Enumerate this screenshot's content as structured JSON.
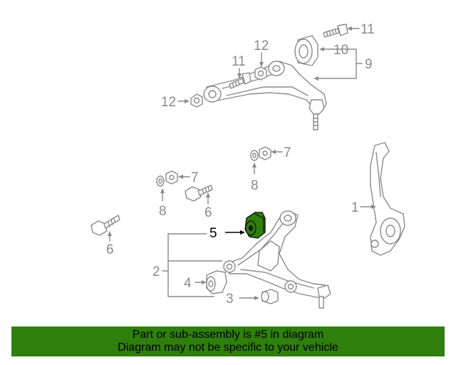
{
  "callouts": {
    "c1": "1",
    "c2": "2",
    "c3": "3",
    "c4": "4",
    "c5": "5",
    "c6a": "6",
    "c6b": "6",
    "c7a": "7",
    "c7b": "7",
    "c8a": "8",
    "c8b": "8",
    "c9": "9",
    "c10": "10",
    "c11a": "11",
    "c11b": "11",
    "c12a": "12",
    "c12b": "12"
  },
  "highlight_color": "#2f7f0c",
  "line_color": "#8a8a8a",
  "banner": {
    "line1": "Part or sub-assembly is #5 in diagram",
    "line2": "Diagram may not be specific to your vehicle",
    "background": "#2f7f0c"
  }
}
